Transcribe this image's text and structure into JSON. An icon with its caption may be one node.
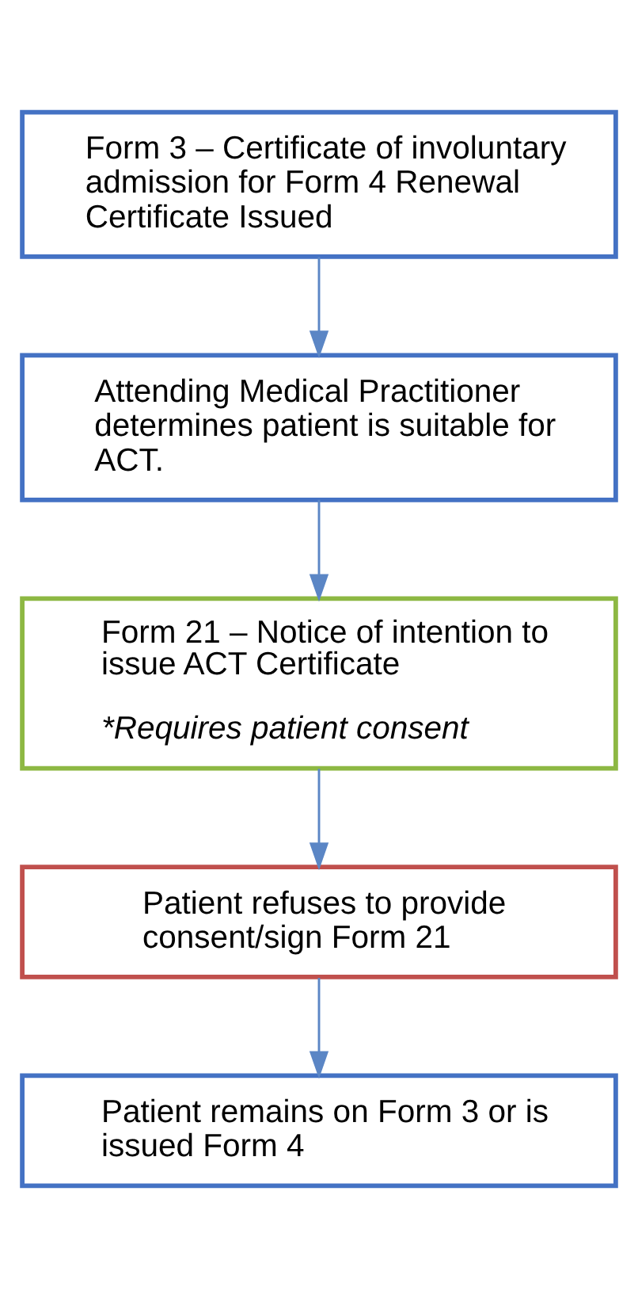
{
  "diagram": {
    "nodes": [
      {
        "text": [
          "Form 3 – Certificate of involuntary admission for Form 4 Renewal Certificate Issued"
        ]
      },
      {
        "text": [
          "Attending Medical Practitioner determines patient is suitable for ACT."
        ]
      },
      {
        "text": [
          "Form 21 – Notice of intention to issue ACT Certificate",
          "*Requires patient consent"
        ]
      },
      {
        "text": [
          "Patient refuses to provide consent/sign Form 21"
        ]
      },
      {
        "text": [
          "Patient remains on Form 3 or is issued Form 4"
        ]
      }
    ],
    "edges": [
      {
        "from": 0,
        "to": 1,
        "arrow": "to"
      },
      {
        "from": 1,
        "to": 2,
        "arrow": "to"
      },
      {
        "from": 2,
        "to": 3,
        "arrow": "to"
      },
      {
        "from": 3,
        "to": 4,
        "arrow": "to"
      }
    ]
  }
}
